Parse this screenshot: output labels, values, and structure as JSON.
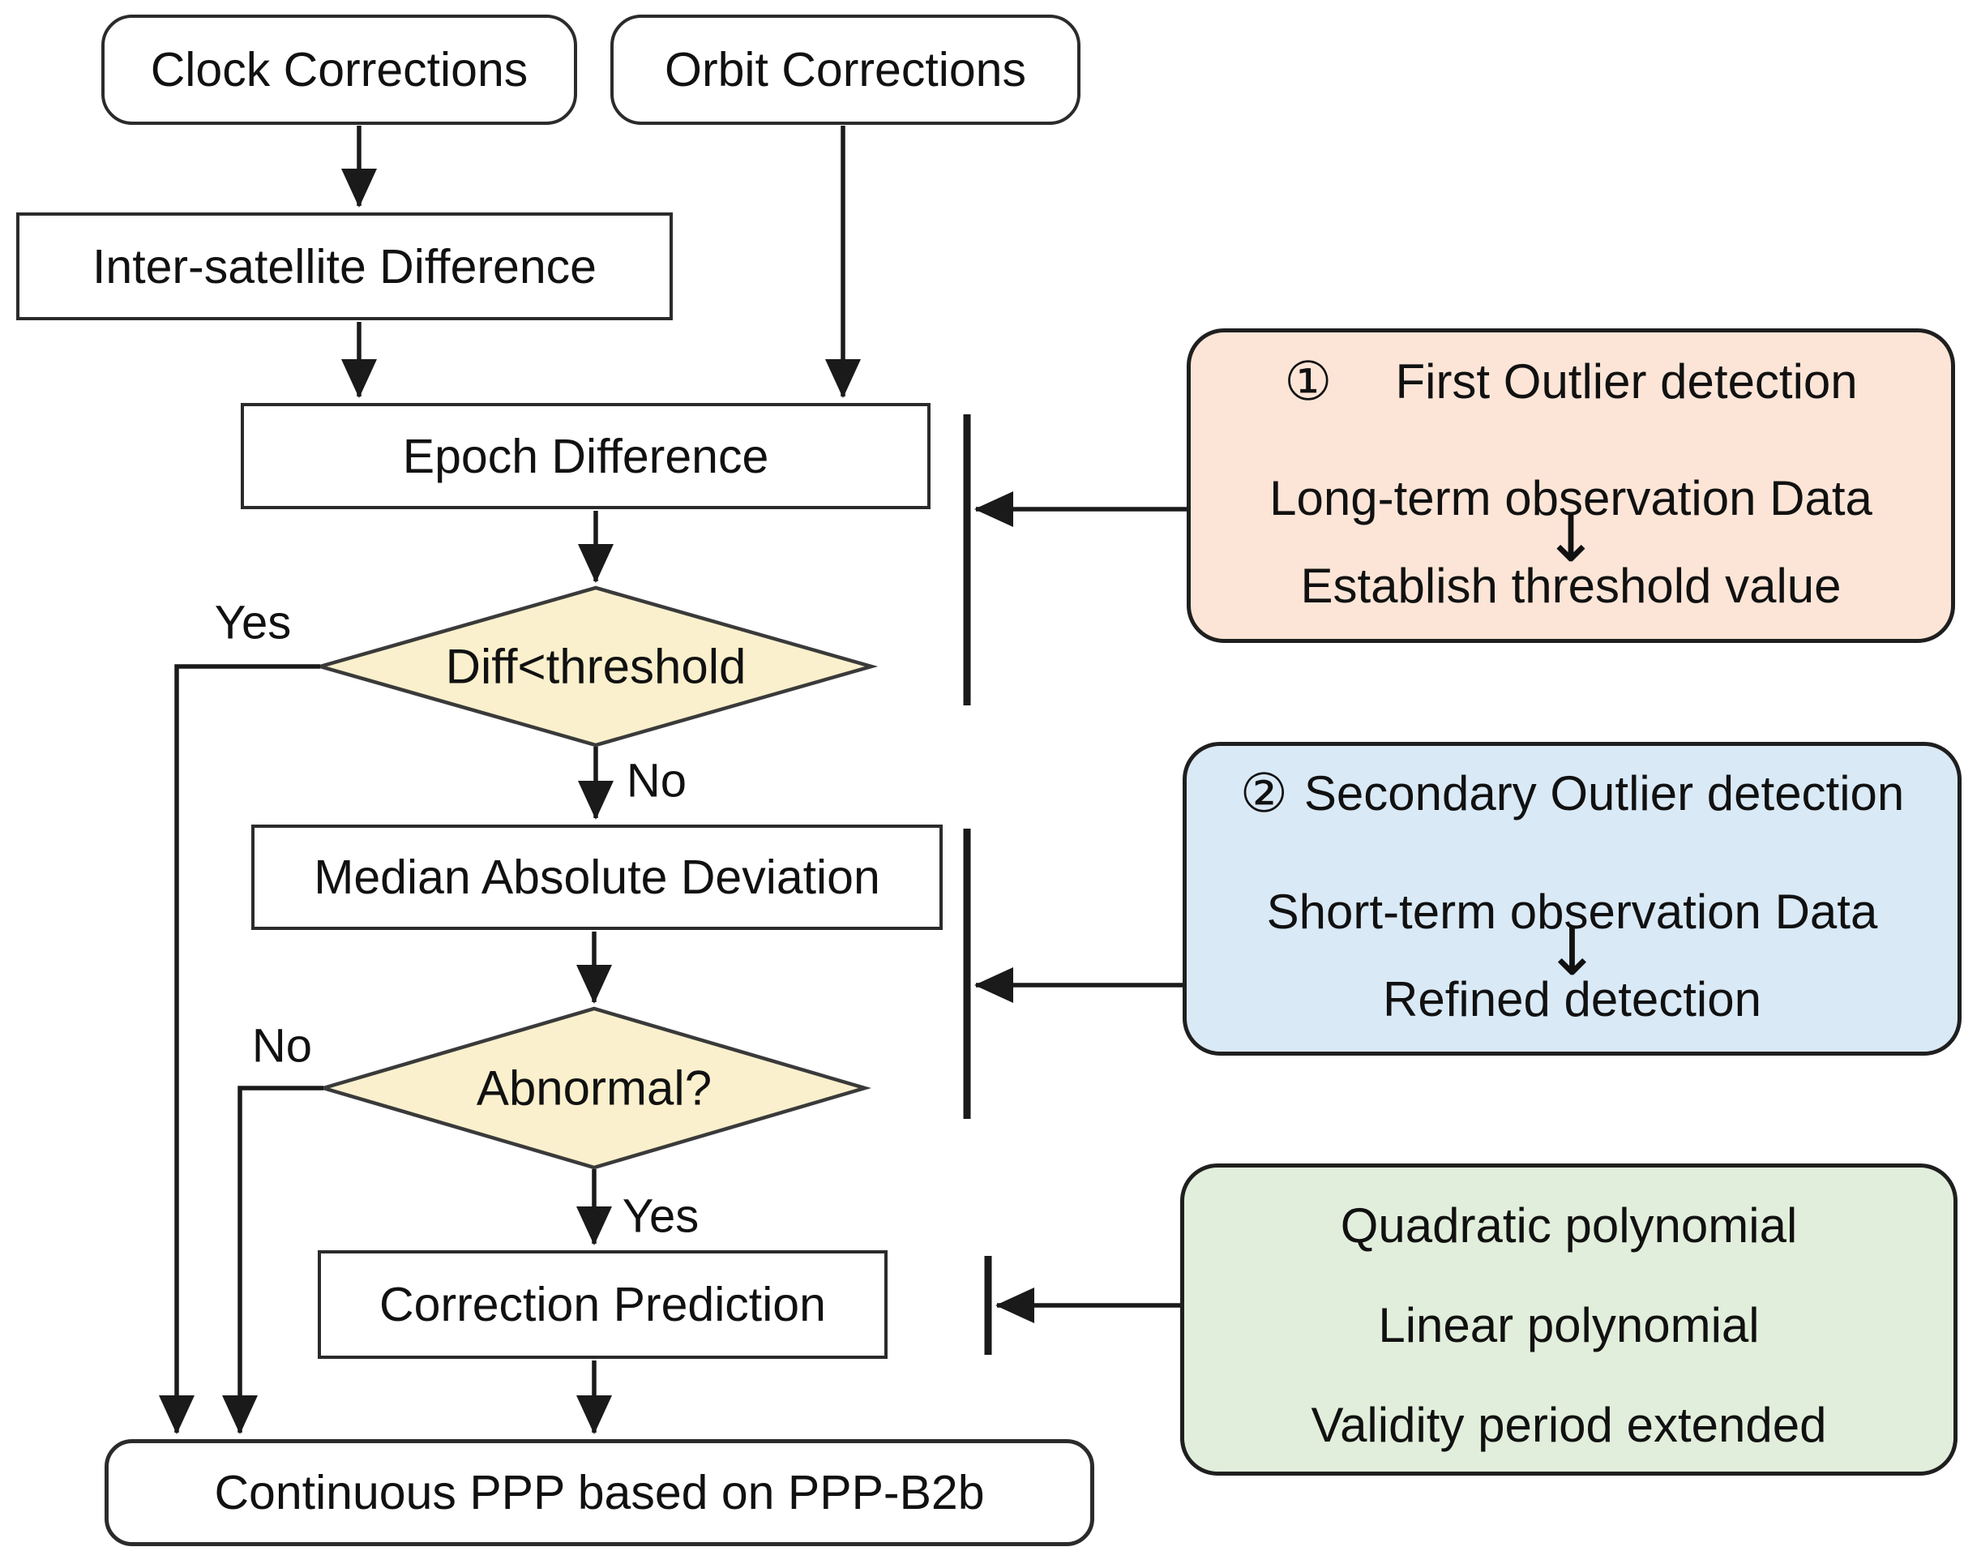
{
  "colors": {
    "line": "#1a1a1a",
    "node_border": "#2b2b2b",
    "node_fill": "#ffffff",
    "diamond_fill": "#faf0cd",
    "diamond_border": "#3a3a3a",
    "peach_fill": "#fce5d7",
    "blue_fill": "#d9e9f6",
    "green_fill": "#e1eedb",
    "side_border": "#1f1f1f",
    "text": "#111111"
  },
  "nodes": {
    "clock": "Clock Corrections",
    "orbit": "Orbit Corrections",
    "inter_satellite": "Inter-satellite Difference",
    "epoch": "Epoch Difference",
    "diff_threshold": "Diff<threshold",
    "mad": "Median Absolute Deviation",
    "abnormal": "Abnormal?",
    "prediction": "Correction Prediction",
    "continuous": "Continuous PPP based on PPP-B2b"
  },
  "edge_labels": {
    "diff_yes": "Yes",
    "diff_no": "No",
    "abnormal_no": "No",
    "abnormal_yes": "Yes"
  },
  "annotations": {
    "first": {
      "badge": "①",
      "title": "First Outlier detection",
      "line1": "Long-term observation Data",
      "arrow": "↓",
      "line2": "Establish threshold value"
    },
    "secondary": {
      "badge": "②",
      "title": "Secondary Outlier detection",
      "line1": "Short-term observation Data",
      "arrow": "↓",
      "line2": "Refined detection"
    },
    "prediction_methods": {
      "line1": "Quadratic polynomial",
      "line2": "Linear polynomial",
      "line3": "Validity period extended"
    }
  }
}
